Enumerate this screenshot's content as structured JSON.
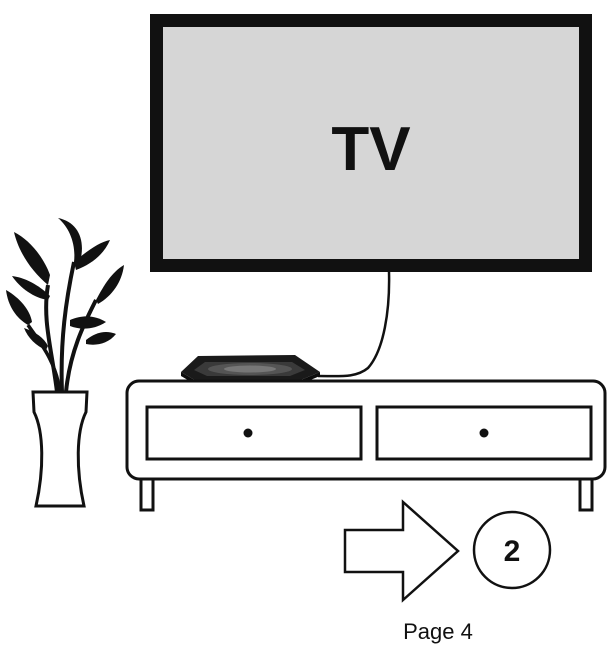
{
  "tv": {
    "label": "TV"
  },
  "step": {
    "number": "2"
  },
  "footer": {
    "page_label": "Page 4"
  },
  "colors": {
    "screen": "#d6d6d6",
    "frame": "#111111",
    "background": "#ffffff"
  },
  "icons": [
    "plant-vase-icon",
    "tv-box-icon",
    "arrow-right-icon"
  ]
}
